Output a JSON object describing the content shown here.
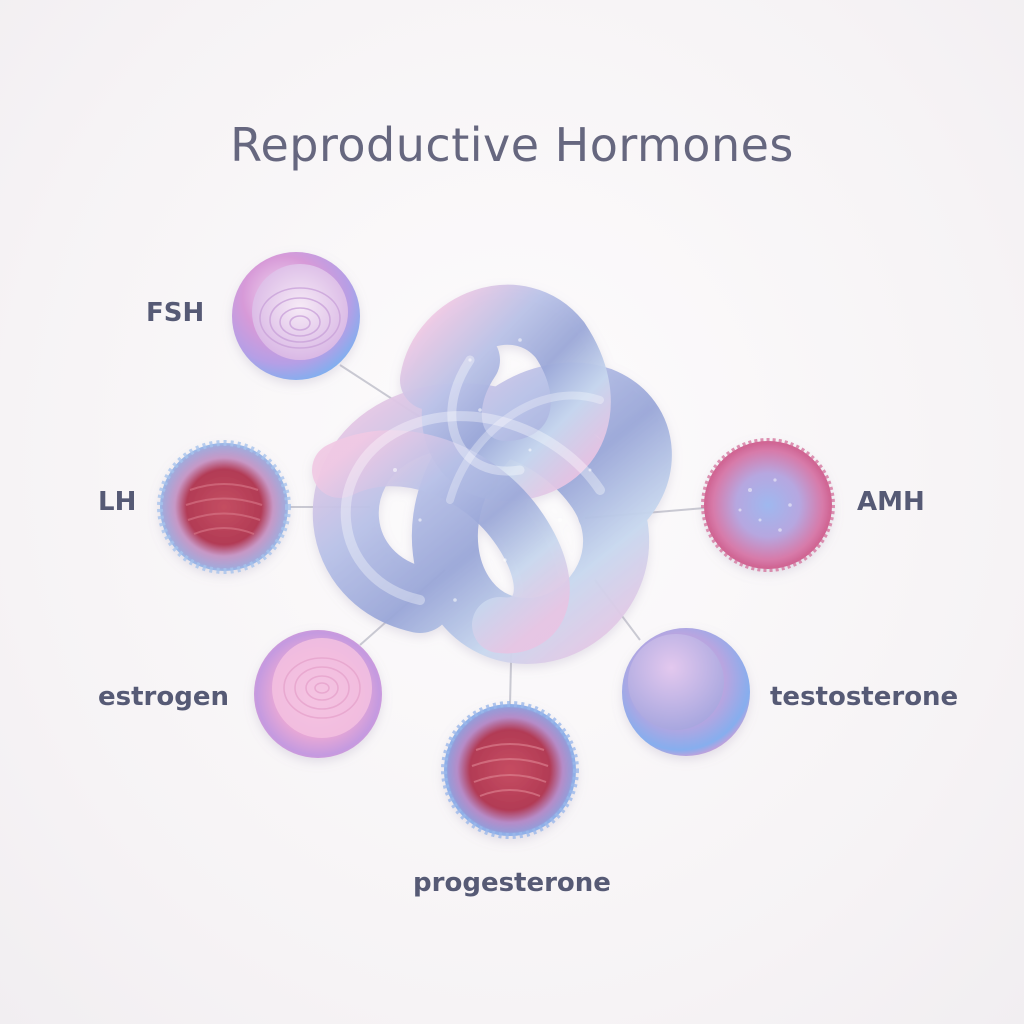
{
  "title": "Reproductive Hormones",
  "hormones": {
    "fsh": "FSH",
    "lh": "LH",
    "amh": "AMH",
    "estrogen": "estrogen",
    "testosterone": "testosterone",
    "progesterone": "progesterone"
  },
  "colors": {
    "title": "#66677f",
    "label": "#565a75",
    "pink": "#e88fc4",
    "blue": "#8fb0ea",
    "lavender": "#b9a9dd",
    "red": "#b53a55",
    "connector": "#c9c9d2"
  }
}
